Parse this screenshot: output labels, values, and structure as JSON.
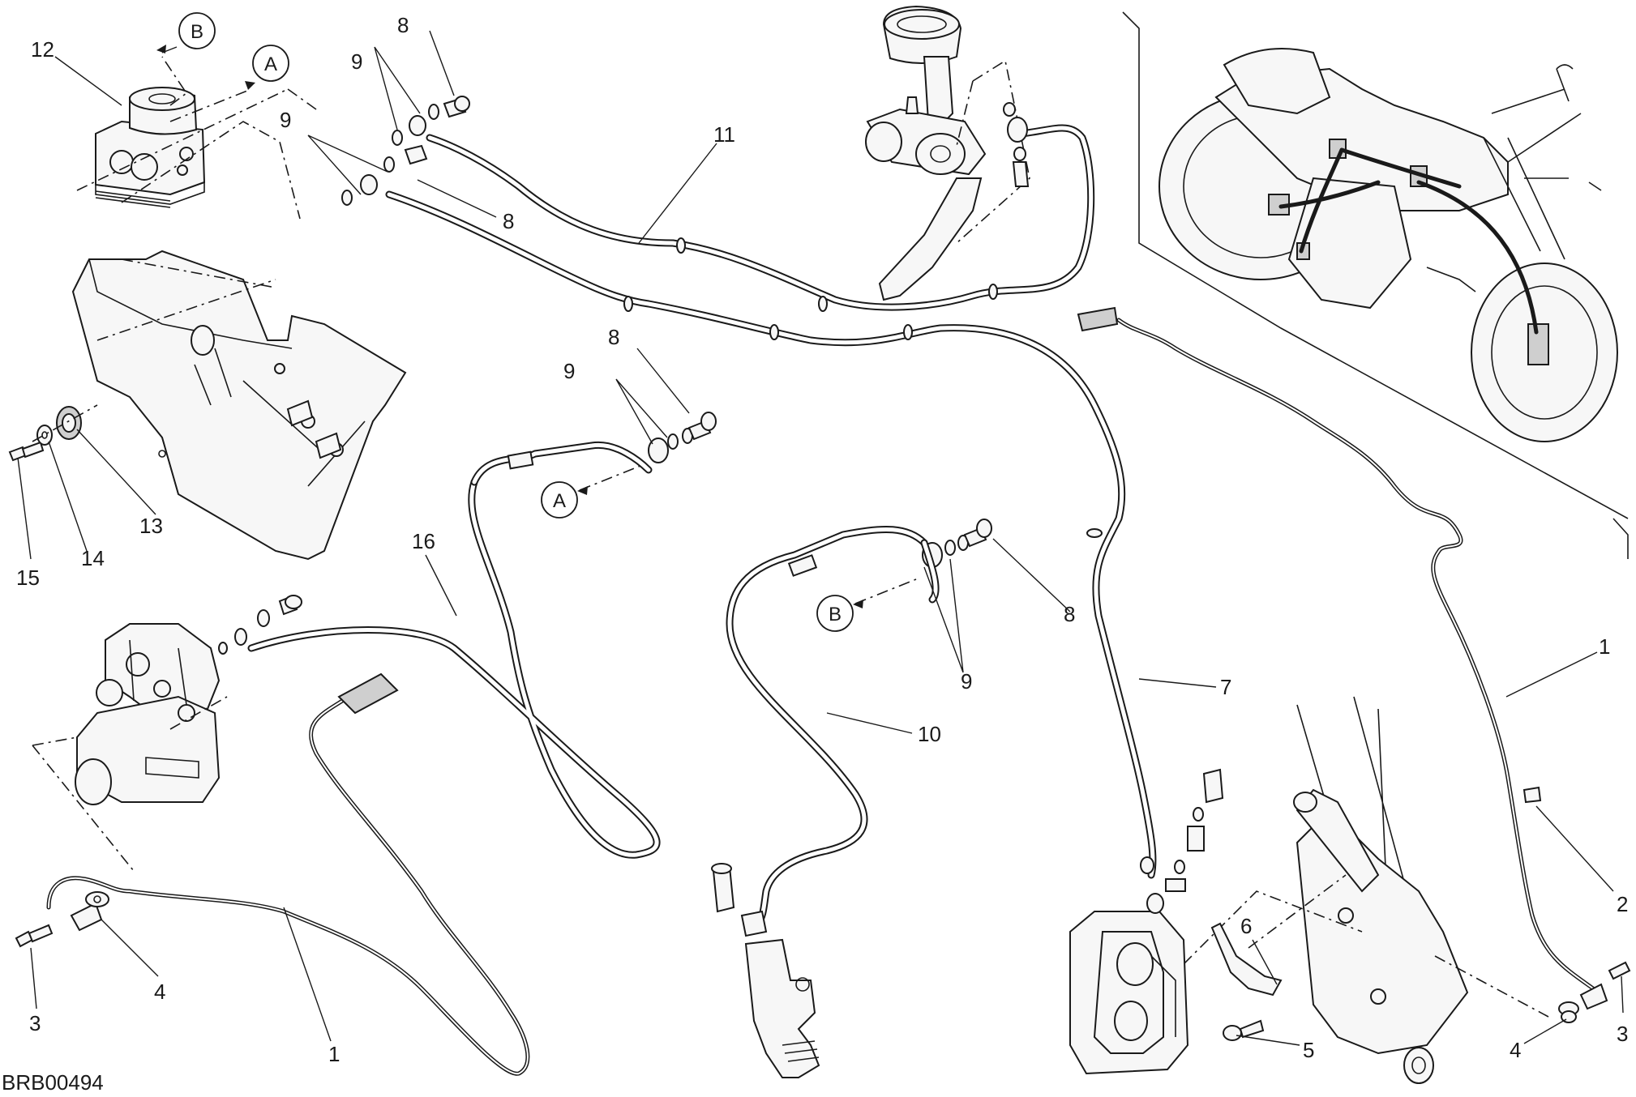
{
  "drawing_code": "BRB00494",
  "references": {
    "A": "A",
    "B": "B"
  },
  "callouts": {
    "c1a": "1",
    "c1b": "1",
    "c2": "2",
    "c3a": "3",
    "c3b": "3",
    "c4a": "4",
    "c4b": "4",
    "c5": "5",
    "c6": "6",
    "c7": "7",
    "c8a": "8",
    "c8b": "8",
    "c8c": "8",
    "c8d": "8",
    "c9a": "9",
    "c9b": "9",
    "c9c": "9",
    "c9d": "9",
    "c10": "10",
    "c11": "11",
    "c12": "12",
    "c13": "13",
    "c14": "14",
    "c15": "15",
    "c16": "16"
  }
}
